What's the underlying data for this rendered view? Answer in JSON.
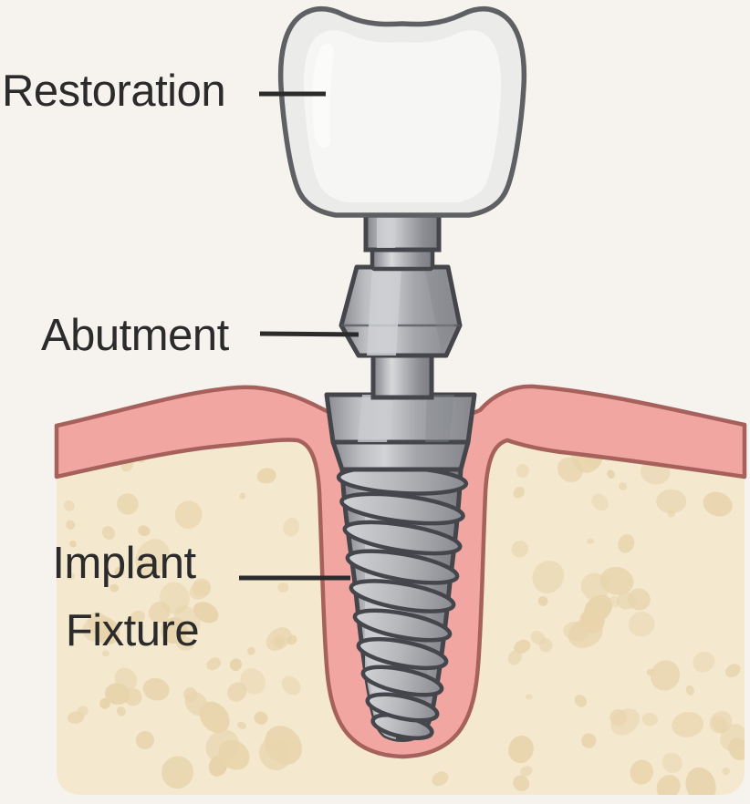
{
  "diagram": {
    "type": "dental-implant-anatomy",
    "labels": {
      "restoration": "Restoration",
      "abutment": "Abutment",
      "implant_line1": "Implant",
      "implant_line2": "Fixture"
    }
  },
  "colors": {
    "background": "#F6F2ED",
    "gum": "#F1A6A1",
    "gum_outline": "#A6615D",
    "bone": "#F4E8CF",
    "bone_spot": "#E8D4AC",
    "metal_light": "#D3D4D6",
    "metal_mid": "#9FA1A6",
    "metal_dark": "#7E8085",
    "metal_outline": "#44464B",
    "crown": "#EBEBE9",
    "crown_highlight": "#F6F6F4",
    "crown_outline": "#5E6064",
    "label_text": "#2B2B2B"
  }
}
